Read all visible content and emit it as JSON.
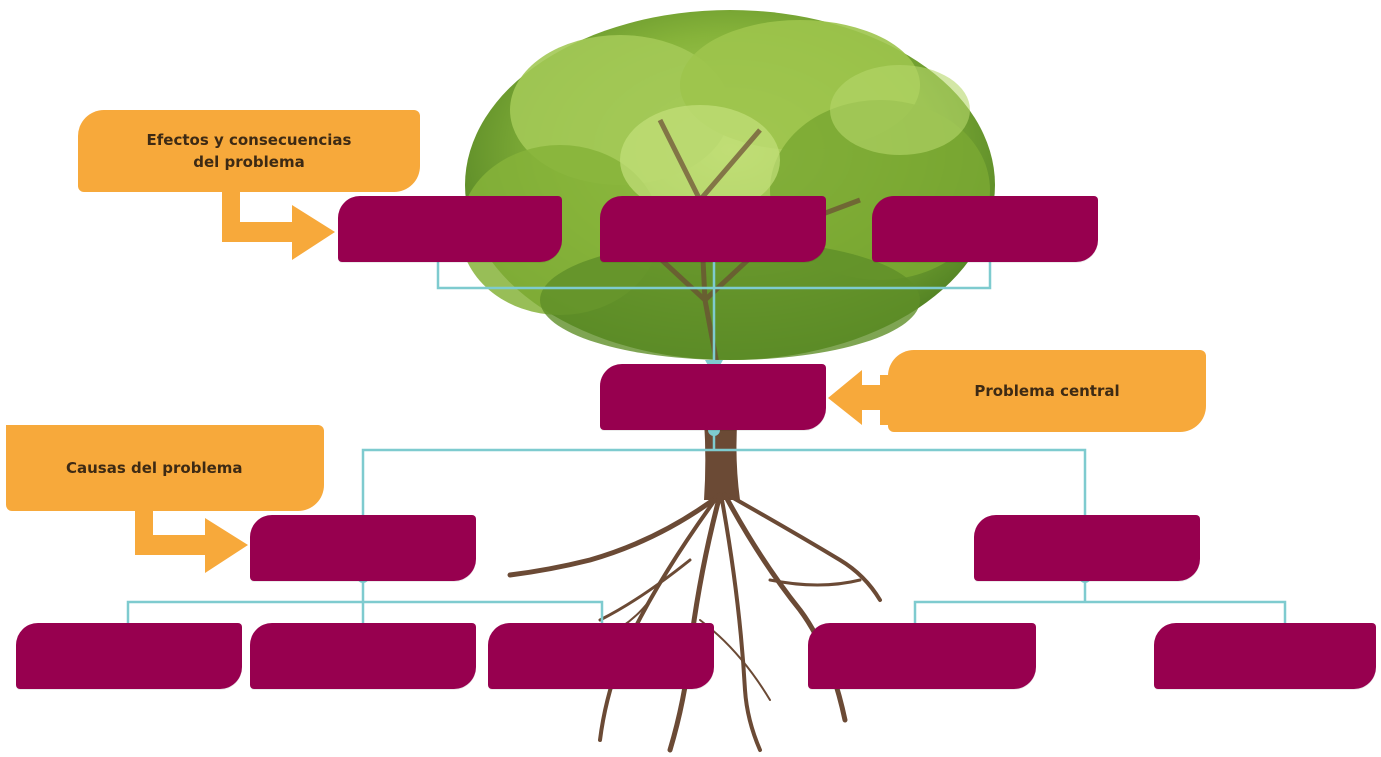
{
  "colors": {
    "box_fill": "#97004f",
    "callout_fill": "#f7a93b",
    "connector": "#7ecbcf",
    "foliage": "#7fae2e",
    "trunk": "#6b4a35"
  },
  "callouts": {
    "effects": {
      "label": "Efectos y consecuencias\ndel problema"
    },
    "central": {
      "label": "Problema central"
    },
    "causes": {
      "label": "Causas del problema"
    }
  },
  "diagram": {
    "effect_boxes": [
      "",
      "",
      ""
    ],
    "central_box": "",
    "cause_boxes": [
      "",
      ""
    ],
    "subcause_boxes": [
      "",
      "",
      "",
      "",
      ""
    ]
  }
}
